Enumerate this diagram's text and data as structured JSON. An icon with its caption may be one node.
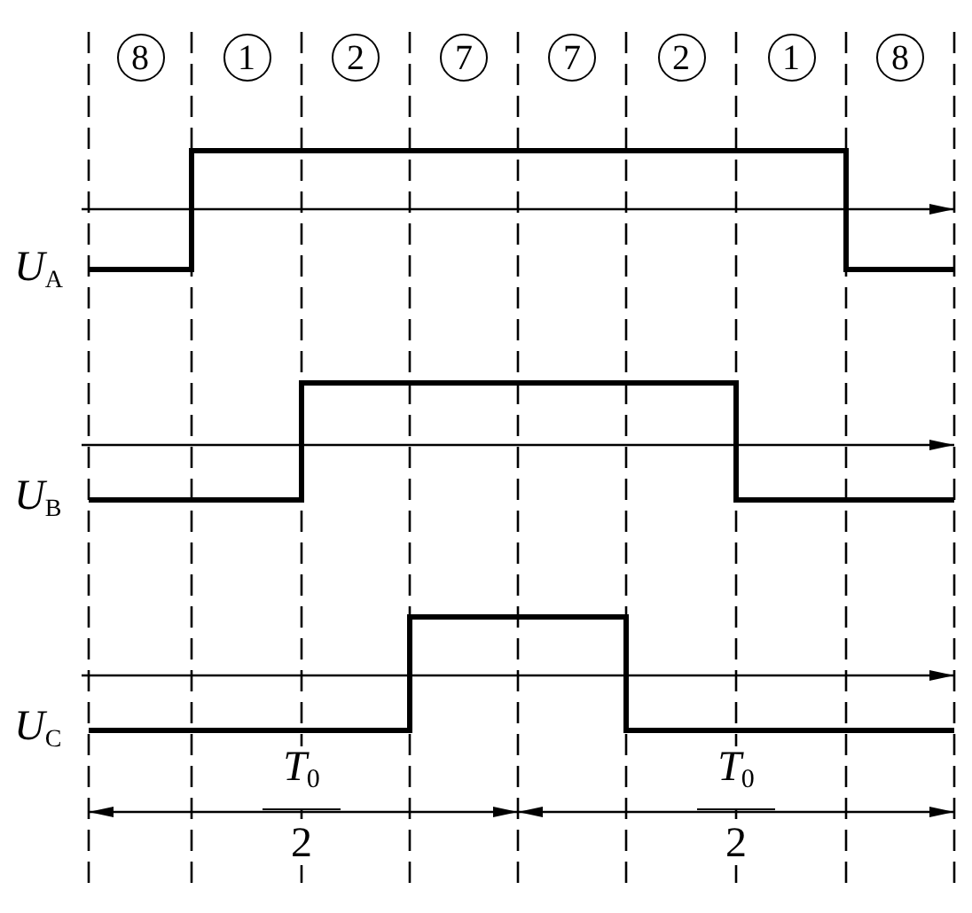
{
  "diagram": {
    "labels": [
      "8",
      "1",
      "2",
      "7",
      "7",
      "2",
      "1",
      "8",
      "*U*$_{A}$",
      "*U*$_{B}$",
      "*U*$_{C}$",
      "*T*$_{0}$",
      "2",
      "*T*$_{0}$",
      "2"
    ]
  }
}
